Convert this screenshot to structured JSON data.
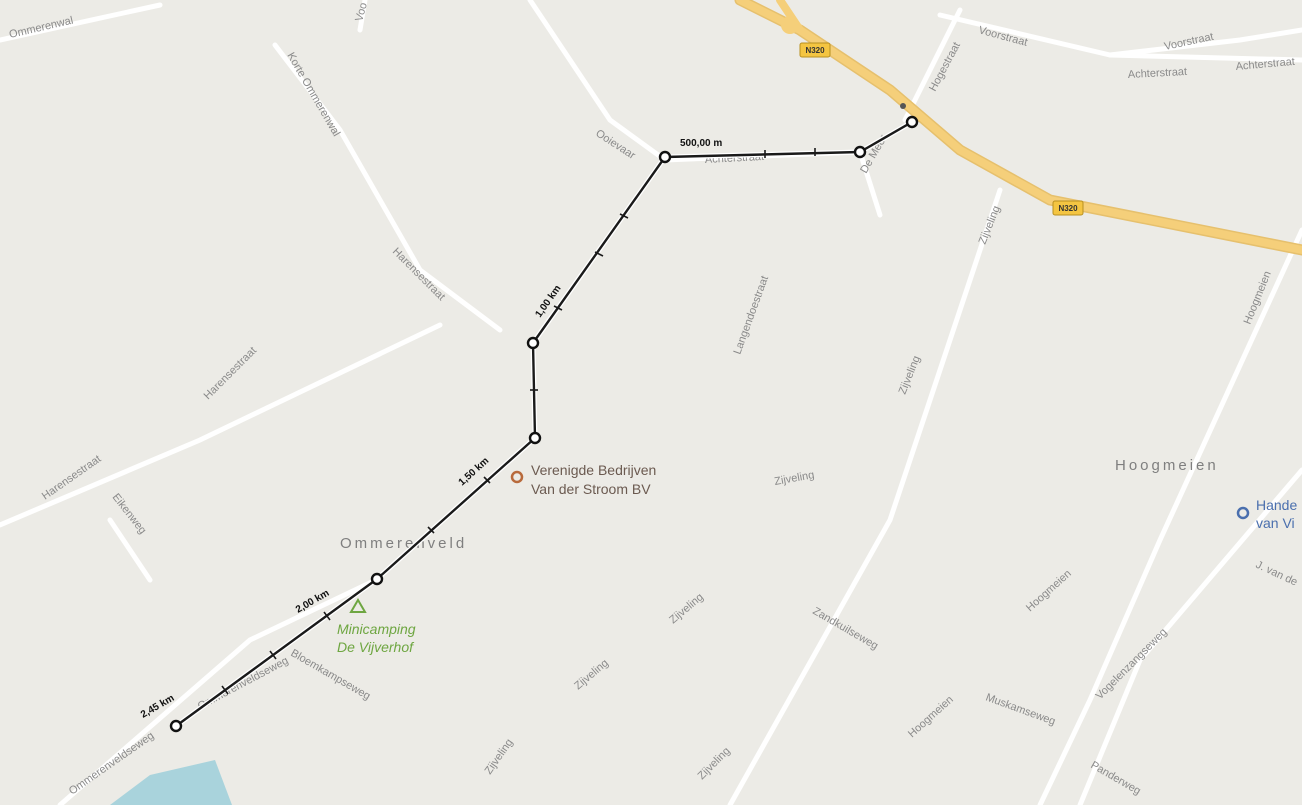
{
  "colors": {
    "background": "#ecebe6",
    "road_minor": "#ffffff",
    "road_major": "#f5cf7a",
    "water": "#a9d3dc",
    "route": "#1a1a1a",
    "poi_business": "#b86a3c",
    "poi_camping": "#6ea641",
    "poi_blue": "#4a6fae",
    "street_label": "#8a8a8a"
  },
  "streets": [
    {
      "name": "Ommerenwal"
    },
    {
      "name": "Voo"
    },
    {
      "name": "Korte Ommerenwal"
    },
    {
      "name": "Ooievaar"
    },
    {
      "name": "Achterstraat"
    },
    {
      "name": "Voorstraat"
    },
    {
      "name": "Voorstraat"
    },
    {
      "name": "Achterstraat"
    },
    {
      "name": "Achterstraat"
    },
    {
      "name": "Hogestraat"
    },
    {
      "name": "De Meer"
    },
    {
      "name": "Zijveling"
    },
    {
      "name": "Harensestraat"
    },
    {
      "name": "Harensestraat"
    },
    {
      "name": "Harensestraat"
    },
    {
      "name": "Eikenweg"
    },
    {
      "name": "Langendoestraat"
    },
    {
      "name": "Zijveling"
    },
    {
      "name": "Hoogmeien"
    },
    {
      "name": "Zijveling"
    },
    {
      "name": "Zijveling"
    },
    {
      "name": "Zijveling"
    },
    {
      "name": "Zijveling"
    },
    {
      "name": "Zijveling"
    },
    {
      "name": "Zandkuilseweg"
    },
    {
      "name": "Hoogmeien"
    },
    {
      "name": "Hoogmeien"
    },
    {
      "name": "Muskamseweg"
    },
    {
      "name": "Vogelenzangseweg"
    },
    {
      "name": "J. van de"
    },
    {
      "name": "Panderweg"
    },
    {
      "name": "Bloemkampseweg"
    },
    {
      "name": "Ommerenveldseweg"
    },
    {
      "name": "Ommerenveldseweg"
    }
  ],
  "road_shields": [
    {
      "label": "N320"
    },
    {
      "label": "N320"
    }
  ],
  "area_labels": [
    {
      "text": "Ommerenveld"
    },
    {
      "text": "Hoogmeien"
    }
  ],
  "pois": [
    {
      "line1": "Verenigde Bedrijven",
      "line2": "Van der Stroom BV",
      "icon": "business-pin-icon"
    },
    {
      "line1": "Minicamping",
      "line2": "De Vijverhof",
      "icon": "camping-icon"
    },
    {
      "line1": "Hande",
      "line2": "van Vi",
      "icon": "store-pin-icon"
    }
  ],
  "route_distances": [
    {
      "text": "500,00 m"
    },
    {
      "text": "1,00 km"
    },
    {
      "text": "1,50 km"
    },
    {
      "text": "2,00 km"
    },
    {
      "text": "2,45 km"
    }
  ],
  "route_node_count": 7
}
